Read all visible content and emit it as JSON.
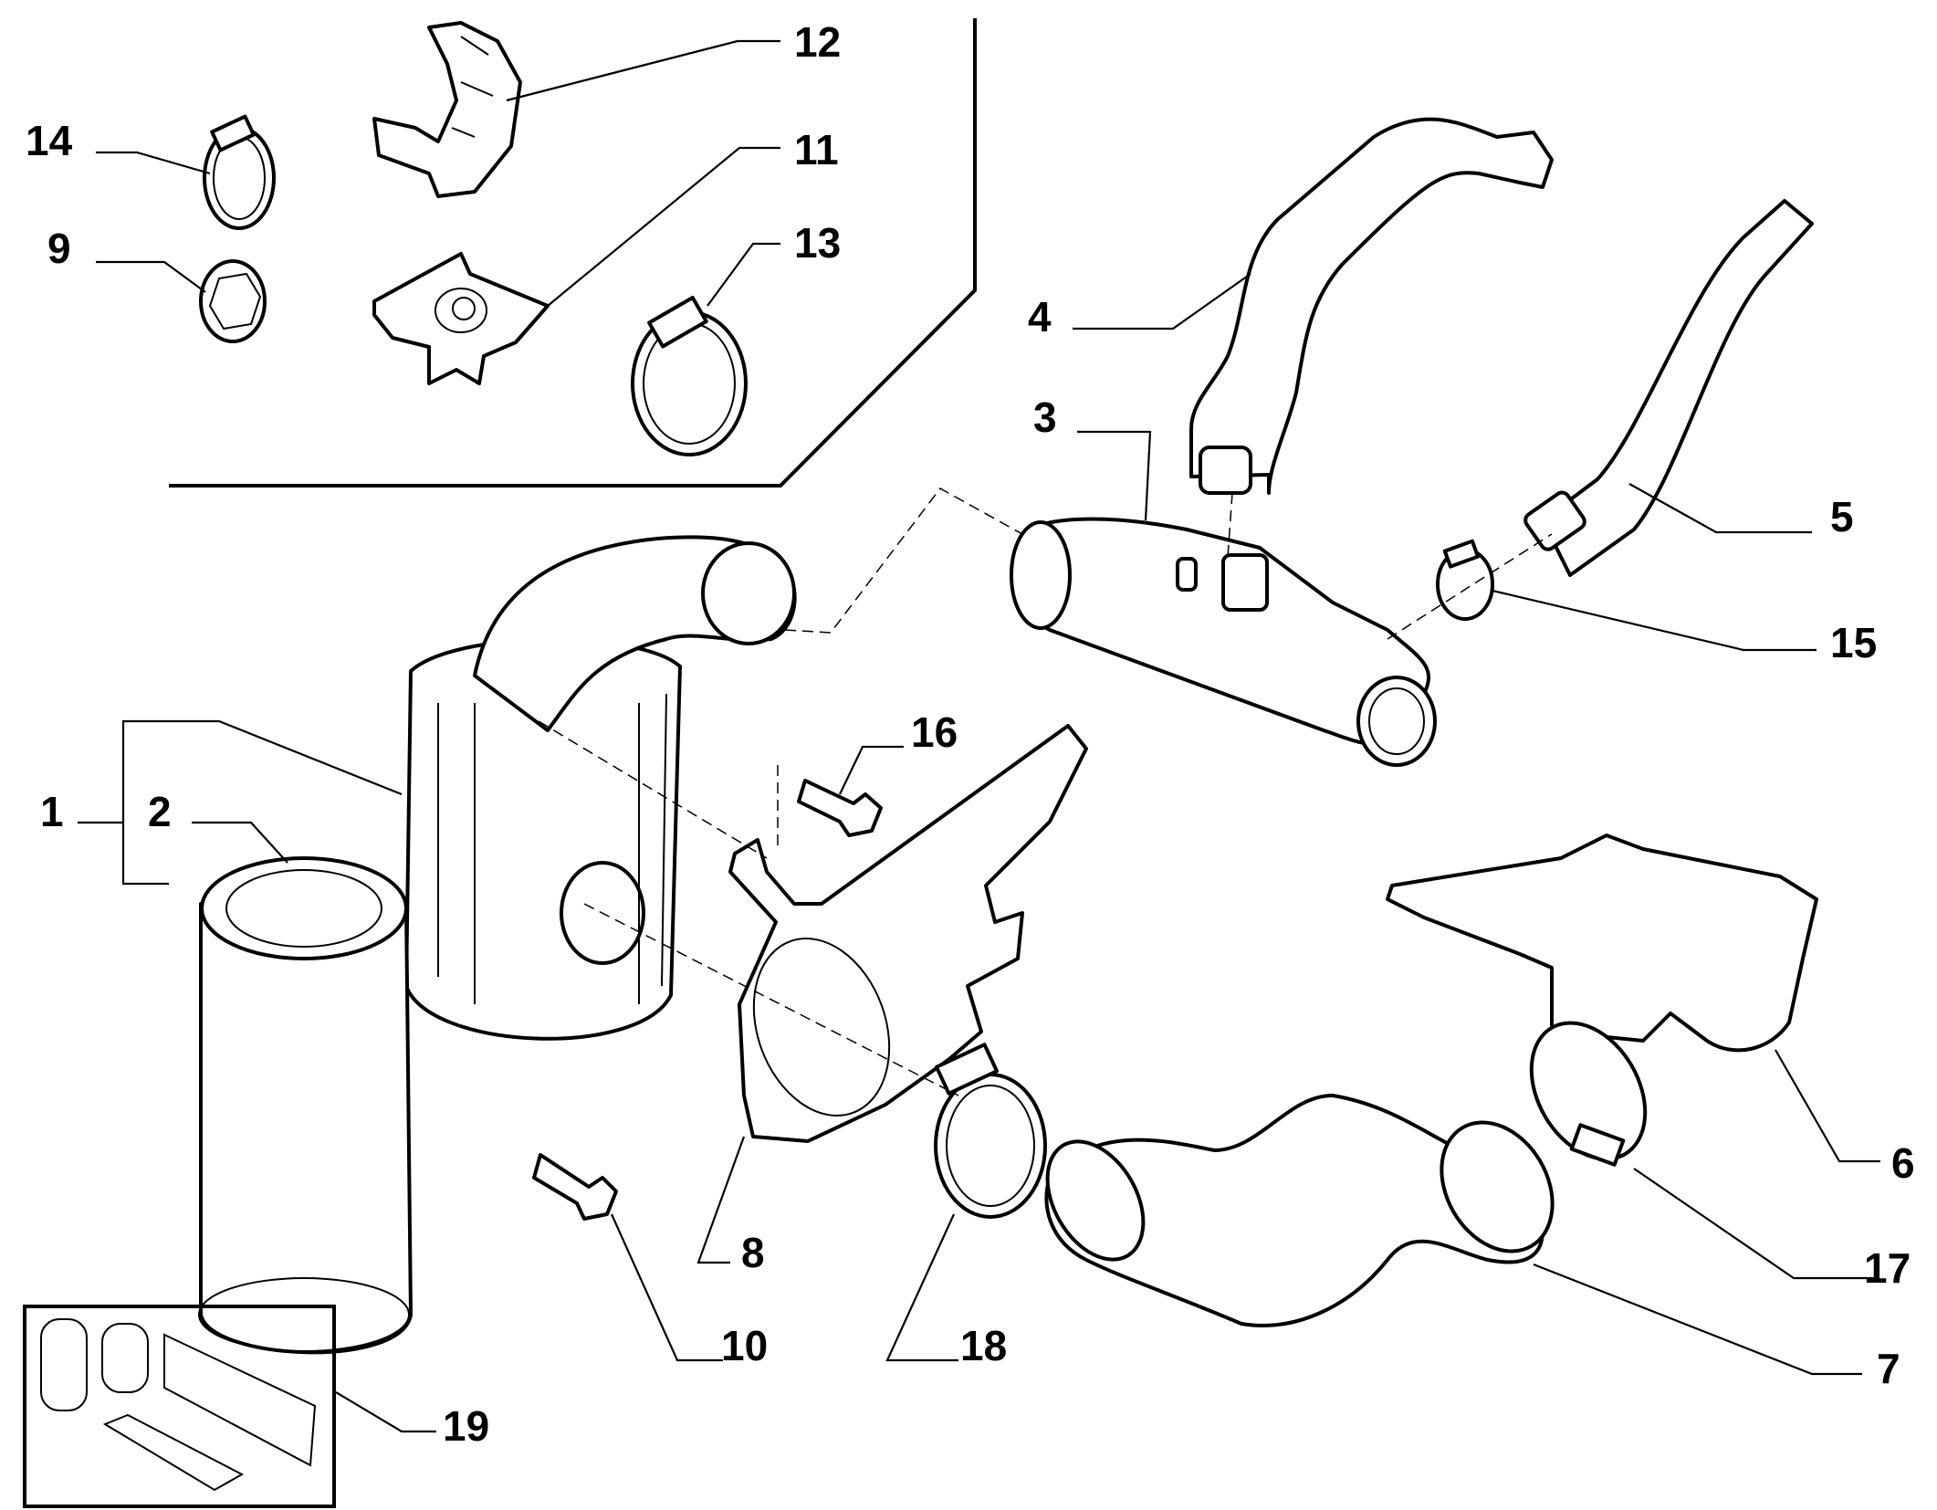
{
  "diagram": {
    "type": "exploded-parts-diagram",
    "subject": "Air intake / air filter assembly",
    "callouts": [
      {
        "id": "p12",
        "label": "12"
      },
      {
        "id": "p14",
        "label": "14"
      },
      {
        "id": "p11",
        "label": "11"
      },
      {
        "id": "p9",
        "label": "9"
      },
      {
        "id": "p13",
        "label": "13"
      },
      {
        "id": "p4",
        "label": "4"
      },
      {
        "id": "p3",
        "label": "3"
      },
      {
        "id": "p5",
        "label": "5"
      },
      {
        "id": "p15",
        "label": "15"
      },
      {
        "id": "p16",
        "label": "16"
      },
      {
        "id": "p1",
        "label": "1"
      },
      {
        "id": "p2",
        "label": "2"
      },
      {
        "id": "p6",
        "label": "6"
      },
      {
        "id": "p8",
        "label": "8"
      },
      {
        "id": "p17",
        "label": "17"
      },
      {
        "id": "p10",
        "label": "10"
      },
      {
        "id": "p18",
        "label": "18"
      },
      {
        "id": "p7",
        "label": "7"
      },
      {
        "id": "p19",
        "label": "19"
      }
    ]
  }
}
